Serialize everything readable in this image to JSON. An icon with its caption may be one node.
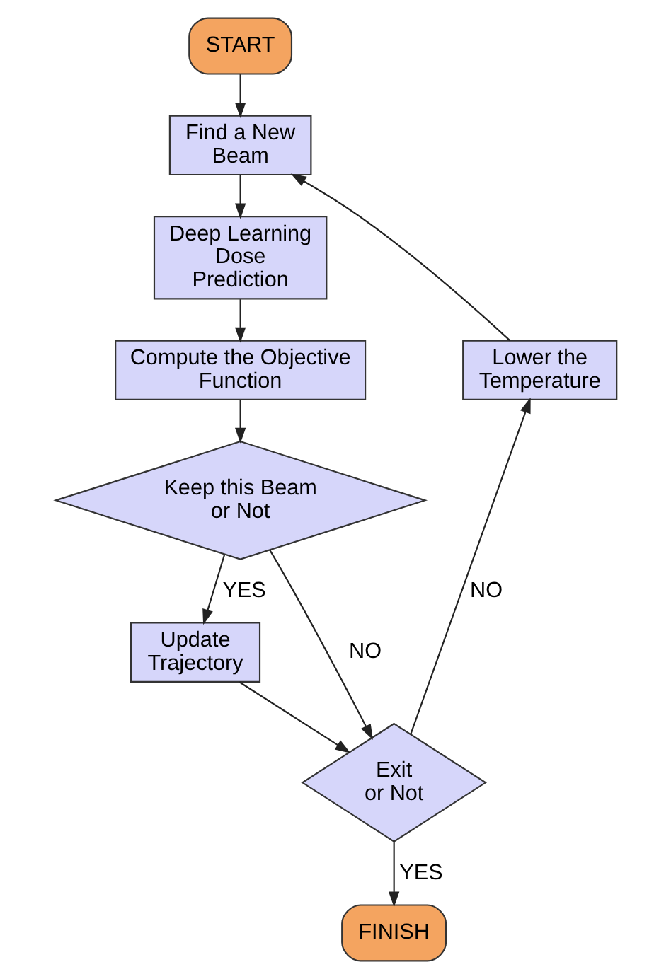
{
  "diagram": {
    "nodes": [
      {
        "text": [
          "START"
        ]
      },
      {
        "text": [
          "Find a New Beam"
        ]
      },
      {
        "text": [
          "Deep Learning Dose Prediction"
        ]
      },
      {
        "text": [
          "Compute the Objective Function"
        ]
      },
      {
        "text": [
          "Keep this Beam or Not"
        ]
      },
      {
        "text": [
          "Update Trajectory"
        ]
      },
      {
        "text": [
          "Exit or Not"
        ]
      },
      {
        "text": [
          "FINISH"
        ]
      },
      {
        "text": [
          "Lower the Temperature"
        ]
      }
    ],
    "edges": [
      {
        "from": 0,
        "to": 1,
        "arrow": "to"
      },
      {
        "from": 1,
        "to": 2,
        "arrow": "to"
      },
      {
        "from": 2,
        "to": 3,
        "arrow": "to"
      },
      {
        "from": 3,
        "to": 4,
        "arrow": "to"
      },
      {
        "from": 4,
        "to": 5,
        "arrow": "to",
        "label": "YES"
      },
      {
        "from": 4,
        "to": 6,
        "arrow": "to",
        "label": "NO"
      },
      {
        "from": 5,
        "to": 6,
        "arrow": "to"
      },
      {
        "from": 6,
        "to": 7,
        "arrow": "to",
        "label": "YES"
      },
      {
        "from": 6,
        "to": 8,
        "arrow": "to",
        "label": "NO"
      },
      {
        "from": 8,
        "to": 1,
        "arrow": "to"
      }
    ]
  }
}
